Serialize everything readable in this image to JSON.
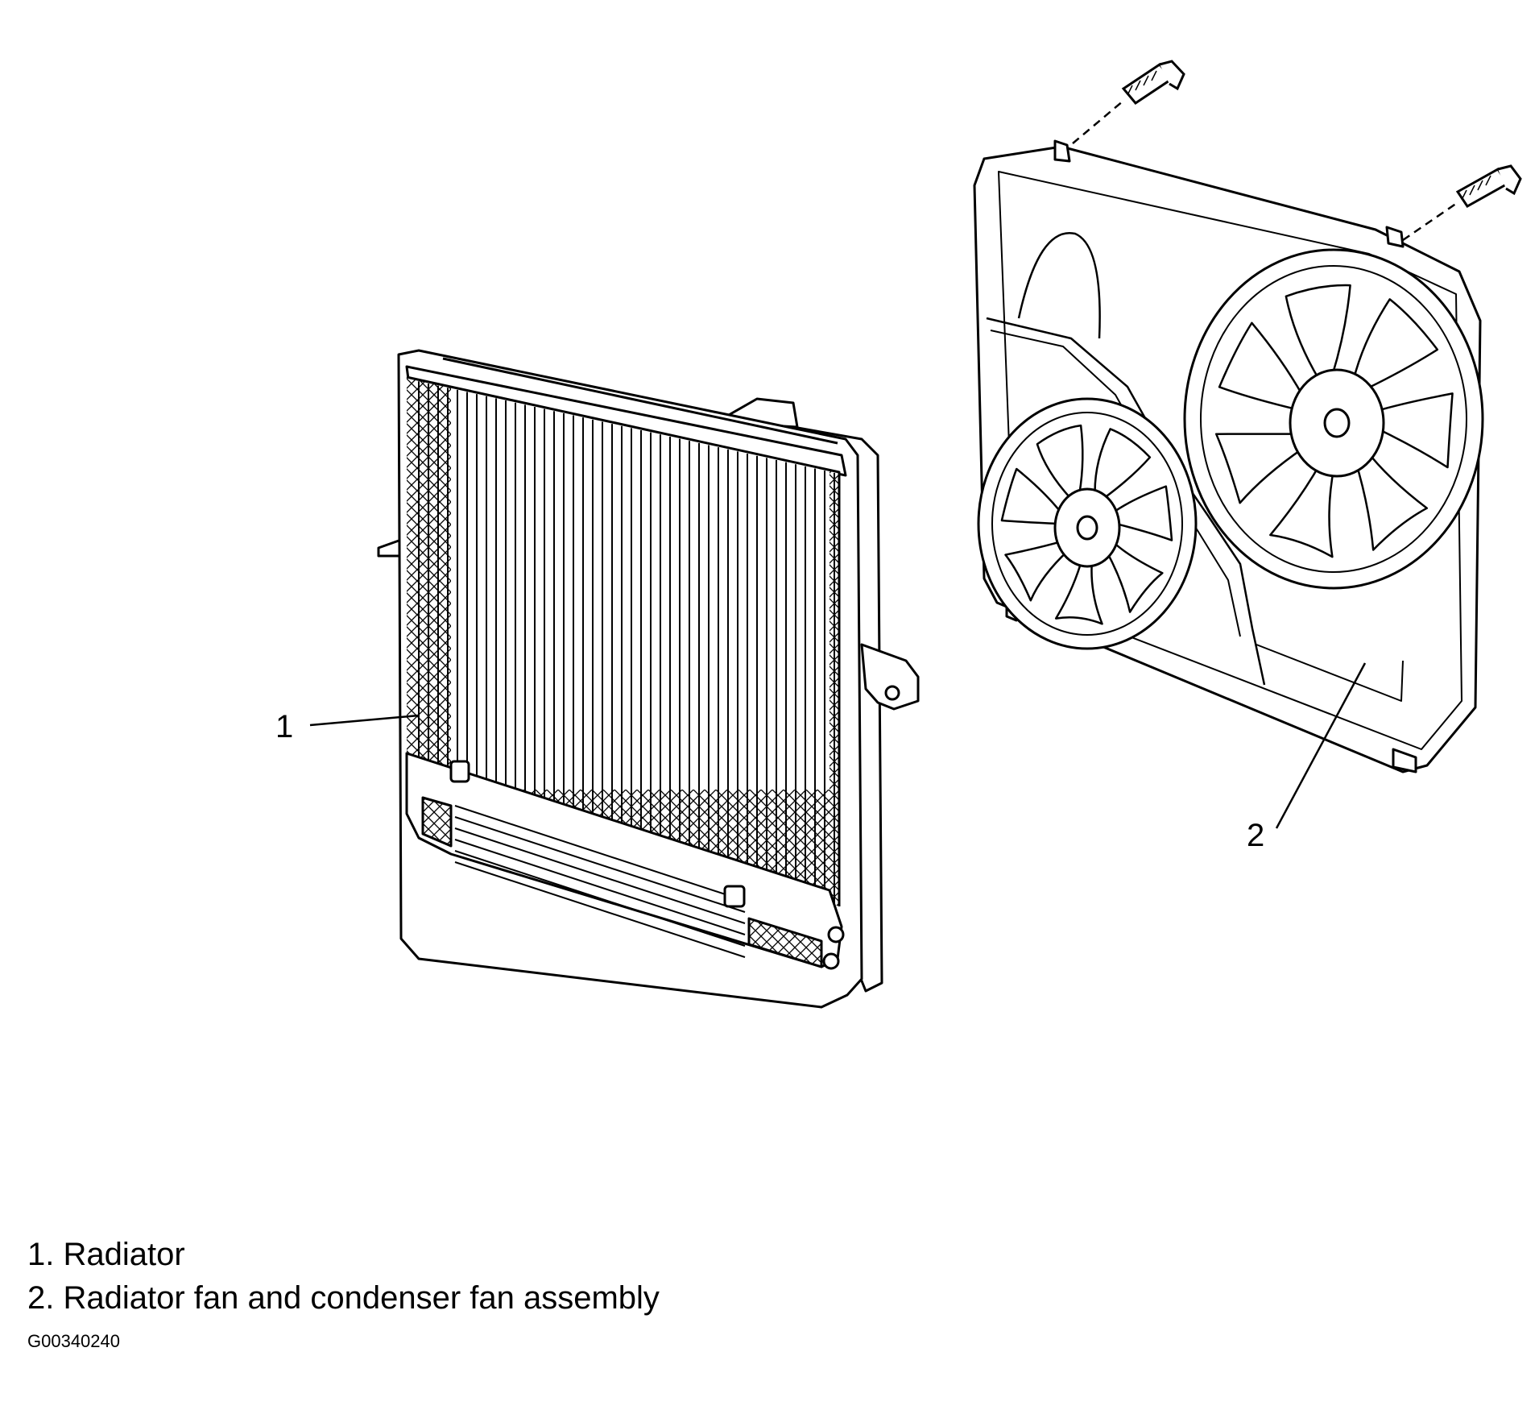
{
  "callouts": [
    {
      "number": "1",
      "part": "radiator"
    },
    {
      "number": "2",
      "part": "fan-assembly"
    }
  ],
  "legend": {
    "items": [
      {
        "number": "1.",
        "label": "Radiator"
      },
      {
        "number": "2.",
        "label": "Radiator fan and condenser fan assembly"
      }
    ]
  },
  "figure_code": "G00340240"
}
